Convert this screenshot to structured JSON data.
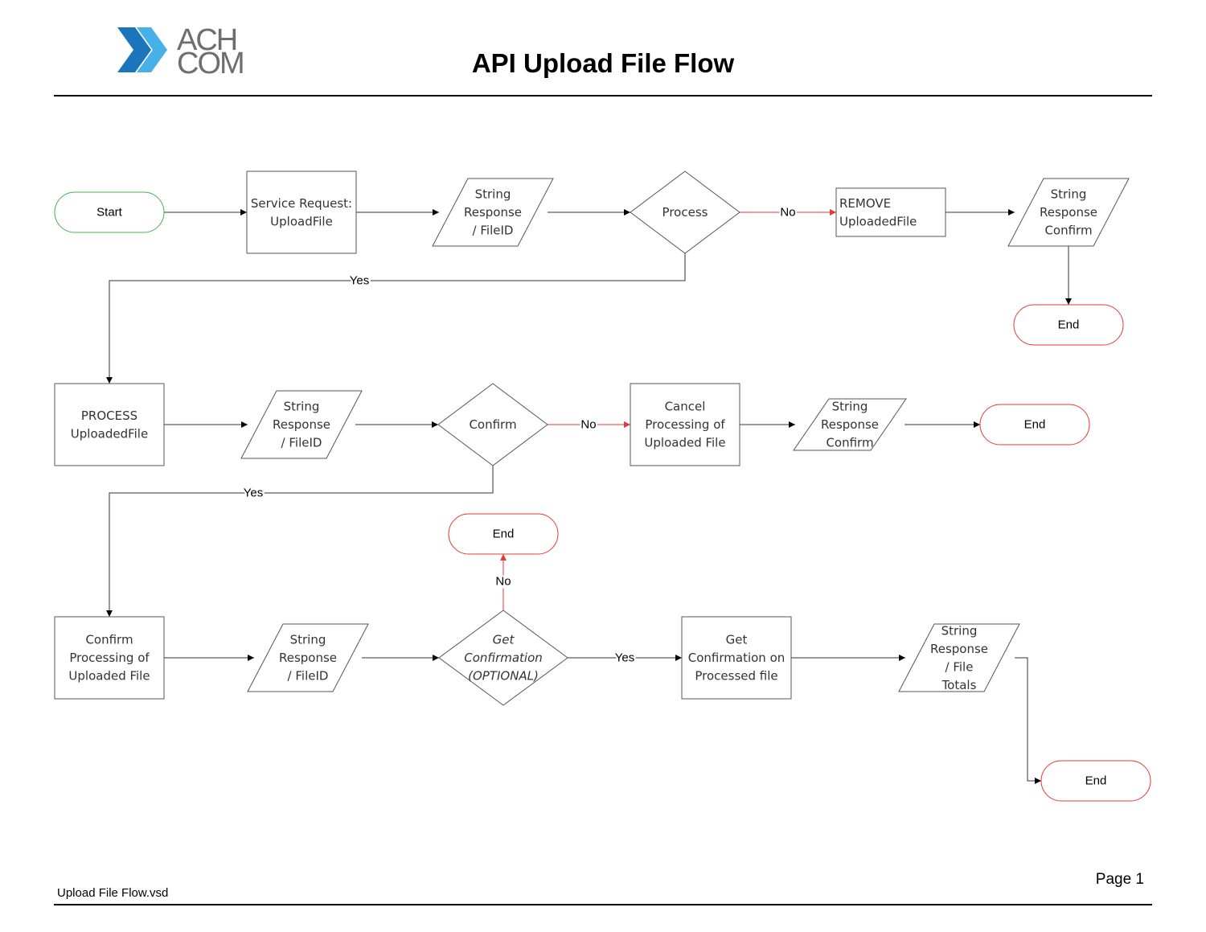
{
  "header": {
    "logo_line1": "ACH",
    "logo_line2": "COM",
    "title": "API Upload File Flow"
  },
  "footer": {
    "filename": "Upload File Flow.vsd",
    "page": "Page 1"
  },
  "colors": {
    "start_border": "#4caf50",
    "end_border": "#e53935",
    "no_arrow": "#e53935",
    "line": "#333333",
    "logo_blue_dark": "#1a75bb",
    "logo_blue_light": "#47b0e6",
    "logo_gray": "#6d6e71"
  },
  "nodes": [
    {
      "id": "start",
      "type": "terminal",
      "variant": "start",
      "lines": [
        "Start"
      ]
    },
    {
      "id": "svc-request",
      "type": "process",
      "lines": [
        "Service Request:",
        "UploadFile"
      ]
    },
    {
      "id": "resp-fileid-1",
      "type": "data",
      "lines": [
        "String",
        "Response",
        "/ FileID"
      ]
    },
    {
      "id": "dec-process",
      "type": "decision",
      "lines": [
        "Process"
      ]
    },
    {
      "id": "remove-file",
      "type": "process",
      "align": "left",
      "lines": [
        "REMOVE",
        "UploadedFile"
      ]
    },
    {
      "id": "resp-confirm-1",
      "type": "data",
      "lines": [
        "String",
        "Response",
        "Confirm"
      ]
    },
    {
      "id": "end-1",
      "type": "terminal",
      "variant": "end",
      "lines": [
        "End"
      ]
    },
    {
      "id": "process-file",
      "type": "process",
      "lines": [
        "PROCESS",
        "UploadedFile"
      ]
    },
    {
      "id": "resp-fileid-2",
      "type": "data",
      "lines": [
        "String",
        "Response",
        "/ FileID"
      ]
    },
    {
      "id": "dec-confirm",
      "type": "decision",
      "lines": [
        "Confirm"
      ]
    },
    {
      "id": "cancel-processing",
      "type": "process",
      "lines": [
        "Cancel",
        "Processing of",
        "Uploaded File"
      ]
    },
    {
      "id": "resp-confirm-2",
      "type": "data",
      "lines": [
        "String",
        "Response",
        "Confirm"
      ]
    },
    {
      "id": "end-2",
      "type": "terminal",
      "variant": "end",
      "lines": [
        "End"
      ]
    },
    {
      "id": "end-3",
      "type": "terminal",
      "variant": "end",
      "lines": [
        "End"
      ]
    },
    {
      "id": "confirm-processing",
      "type": "process",
      "lines": [
        "Confirm",
        "Processing of",
        "Uploaded File"
      ]
    },
    {
      "id": "resp-fileid-3",
      "type": "data",
      "lines": [
        "String",
        "Response",
        "/ FileID"
      ]
    },
    {
      "id": "dec-get-confirmation",
      "type": "decision",
      "italic": true,
      "lines": [
        "Get",
        "Confirmation",
        "(OPTIONAL)"
      ]
    },
    {
      "id": "get-confirmation",
      "type": "process",
      "lines": [
        "Get",
        "Confirmation on",
        "Processed file"
      ]
    },
    {
      "id": "resp-file-totals",
      "type": "data",
      "lines": [
        "String",
        "Response",
        "/ File",
        "Totals"
      ]
    },
    {
      "id": "end-4",
      "type": "terminal",
      "variant": "end",
      "lines": [
        "End"
      ]
    }
  ],
  "edges": [
    {
      "from": "start",
      "to": "svc-request",
      "label": ""
    },
    {
      "from": "svc-request",
      "to": "resp-fileid-1",
      "label": ""
    },
    {
      "from": "resp-fileid-1",
      "to": "dec-process",
      "label": ""
    },
    {
      "from": "dec-process",
      "to": "remove-file",
      "label": "No",
      "color": "red"
    },
    {
      "from": "remove-file",
      "to": "resp-confirm-1",
      "label": ""
    },
    {
      "from": "resp-confirm-1",
      "to": "end-1",
      "label": ""
    },
    {
      "from": "dec-process",
      "to": "process-file",
      "label": "Yes"
    },
    {
      "from": "process-file",
      "to": "resp-fileid-2",
      "label": ""
    },
    {
      "from": "resp-fileid-2",
      "to": "dec-confirm",
      "label": ""
    },
    {
      "from": "dec-confirm",
      "to": "cancel-processing",
      "label": "No",
      "color": "red"
    },
    {
      "from": "cancel-processing",
      "to": "resp-confirm-2",
      "label": ""
    },
    {
      "from": "resp-confirm-2",
      "to": "end-2",
      "label": ""
    },
    {
      "from": "dec-confirm",
      "to": "confirm-processing",
      "label": "Yes"
    },
    {
      "from": "confirm-processing",
      "to": "resp-fileid-3",
      "label": ""
    },
    {
      "from": "resp-fileid-3",
      "to": "dec-get-confirmation",
      "label": ""
    },
    {
      "from": "dec-get-confirmation",
      "to": "end-3",
      "label": "No",
      "color": "red"
    },
    {
      "from": "dec-get-confirmation",
      "to": "get-confirmation",
      "label": "Yes"
    },
    {
      "from": "get-confirmation",
      "to": "resp-file-totals",
      "label": ""
    },
    {
      "from": "resp-file-totals",
      "to": "end-4",
      "label": ""
    }
  ]
}
